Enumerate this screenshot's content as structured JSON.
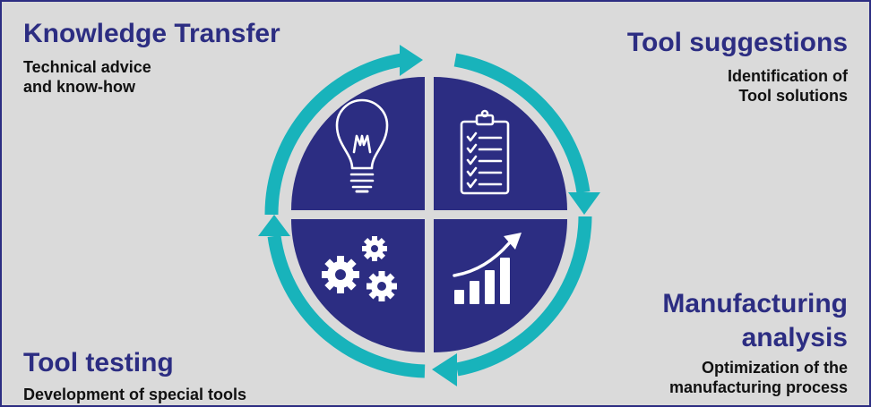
{
  "quadrants": {
    "knowledge_transfer": {
      "title": "Knowledge Transfer",
      "subtitle_line1": "Technical advice",
      "subtitle_line2": "and know-how",
      "icon": "lightbulb-icon"
    },
    "tool_suggestions": {
      "title": "Tool suggestions",
      "subtitle_line1": "Identification of",
      "subtitle_line2": "Tool solutions",
      "icon": "clipboard-checklist-icon"
    },
    "manufacturing_analysis": {
      "title_line1": "Manufacturing",
      "title_line2": "analysis",
      "subtitle_line1": "Optimization of the",
      "subtitle_line2": "manufacturing process",
      "icon": "rising-bar-chart-icon"
    },
    "tool_testing": {
      "title": "Tool testing",
      "subtitle": "Development of special tools",
      "icon": "gears-icon"
    }
  },
  "colors": {
    "background": "#dadada",
    "border": "#2c2d82",
    "quadrant_fill": "#2c2d82",
    "arrow_ring": "#18b3bb",
    "title_text": "#2c2d82",
    "subtitle_text": "#111111",
    "icon_white": "#ffffff"
  }
}
